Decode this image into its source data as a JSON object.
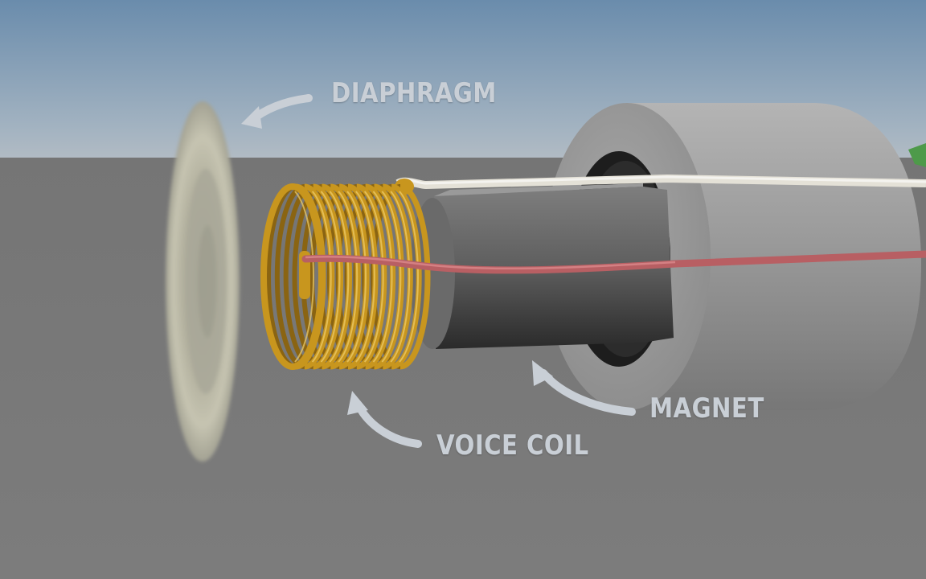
{
  "labels": {
    "diaphragm": "DIAPHRAGM",
    "voice_coil": "VOICE COIL",
    "magnet": "MAGNET"
  },
  "colors": {
    "sky_top": "#6f8fae",
    "sky_bottom": "#a9b6c2",
    "floor": "#7a7a7a",
    "label_text": "#c9cfd6",
    "arrow": "#c9cfd6",
    "coil_copper": "#c8961e",
    "magnet_grey": "#8e8e8e",
    "wire_red": "#c06a6a",
    "wire_white": "#e6e2d8",
    "diaphragm": "#b5b39e"
  },
  "icons": [
    "diaphragm-arrow-icon",
    "voice-coil-arrow-icon",
    "magnet-arrow-icon"
  ]
}
